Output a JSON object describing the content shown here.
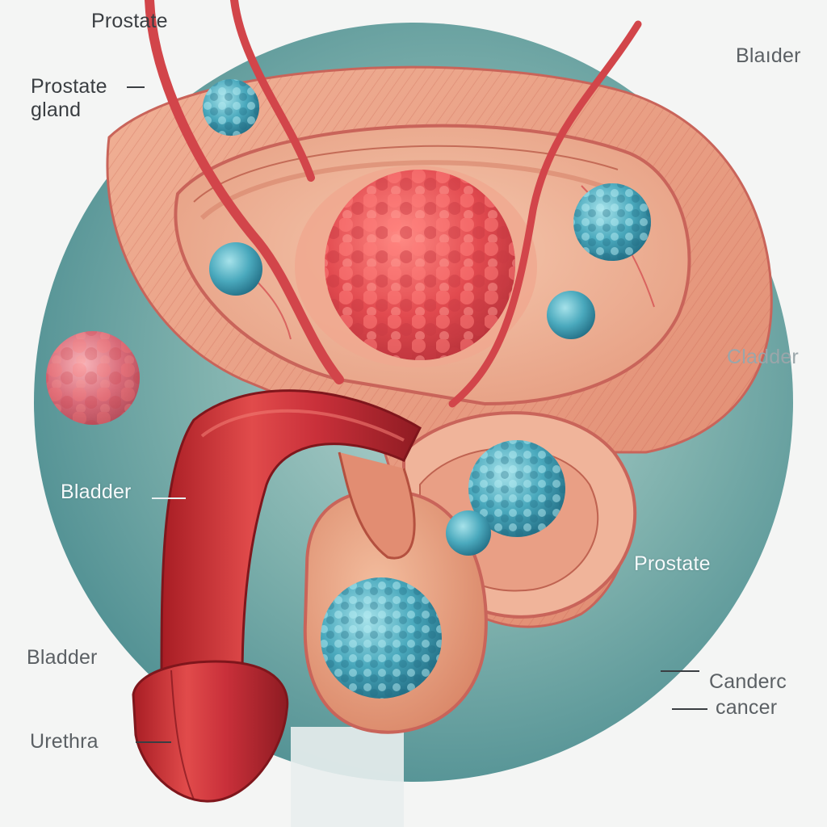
{
  "labels": {
    "prostate_top": "Prostate",
    "prostate_gland_line1": "Prostate",
    "prostate_gland_line2": "gland",
    "bladder_top_right": "Blaıder",
    "bladder_right_faded": "Cladder",
    "bladder_mid_left": "Bladder",
    "prostate_right": "Prostate",
    "bladder_bottom_left": "Bladder",
    "canderc": "Canderc",
    "cancer": "cancer",
    "urethra": "Urethra"
  },
  "colors": {
    "background": "#f4f5f4",
    "backdrop_circle": "#5f9c9c",
    "tissue_outer": "#e89878",
    "tissue_inner": "#c9645a",
    "vessel": "#d2454a",
    "tumor_red": "#e24a4f",
    "tumor_blue": "#3f9fb3",
    "tumor_pink": "#d86a78"
  }
}
